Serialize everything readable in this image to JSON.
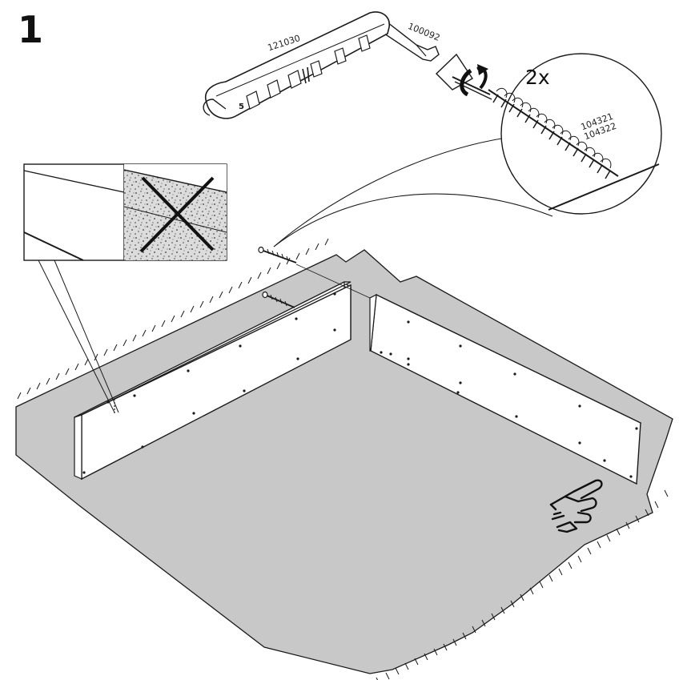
{
  "instruction": {
    "step_number": "1",
    "quantity": "2x",
    "part_numbers": {
      "tool": "121030",
      "bit": "100092",
      "screw_a": "104321",
      "screw_b": "104322"
    }
  },
  "colors": {
    "floor": "#c8c8c8",
    "line": "#1a1a1a",
    "board": "#ffffff",
    "speckle_bg": "#d9d9d9"
  },
  "icons": [
    "step-number",
    "allen-key-tool-icon",
    "hex-bit-icon",
    "screw-icon",
    "magnifier-detail-icon",
    "do-not-cross-icon",
    "pointing-hand-icon"
  ]
}
